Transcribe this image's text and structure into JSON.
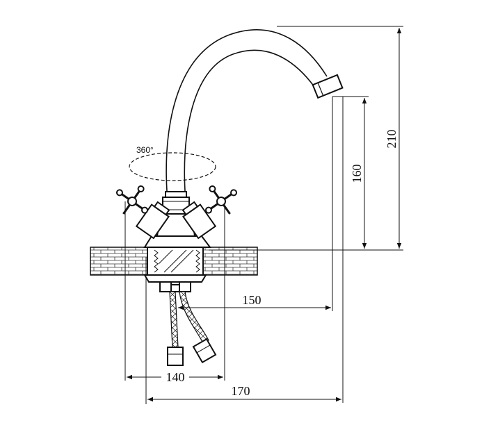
{
  "diagram": {
    "rotation_label": "360°",
    "dimensions": {
      "height_total": "210",
      "height_spout": "160",
      "reach": "150",
      "handles_span": "140",
      "overall_width": "170"
    }
  }
}
